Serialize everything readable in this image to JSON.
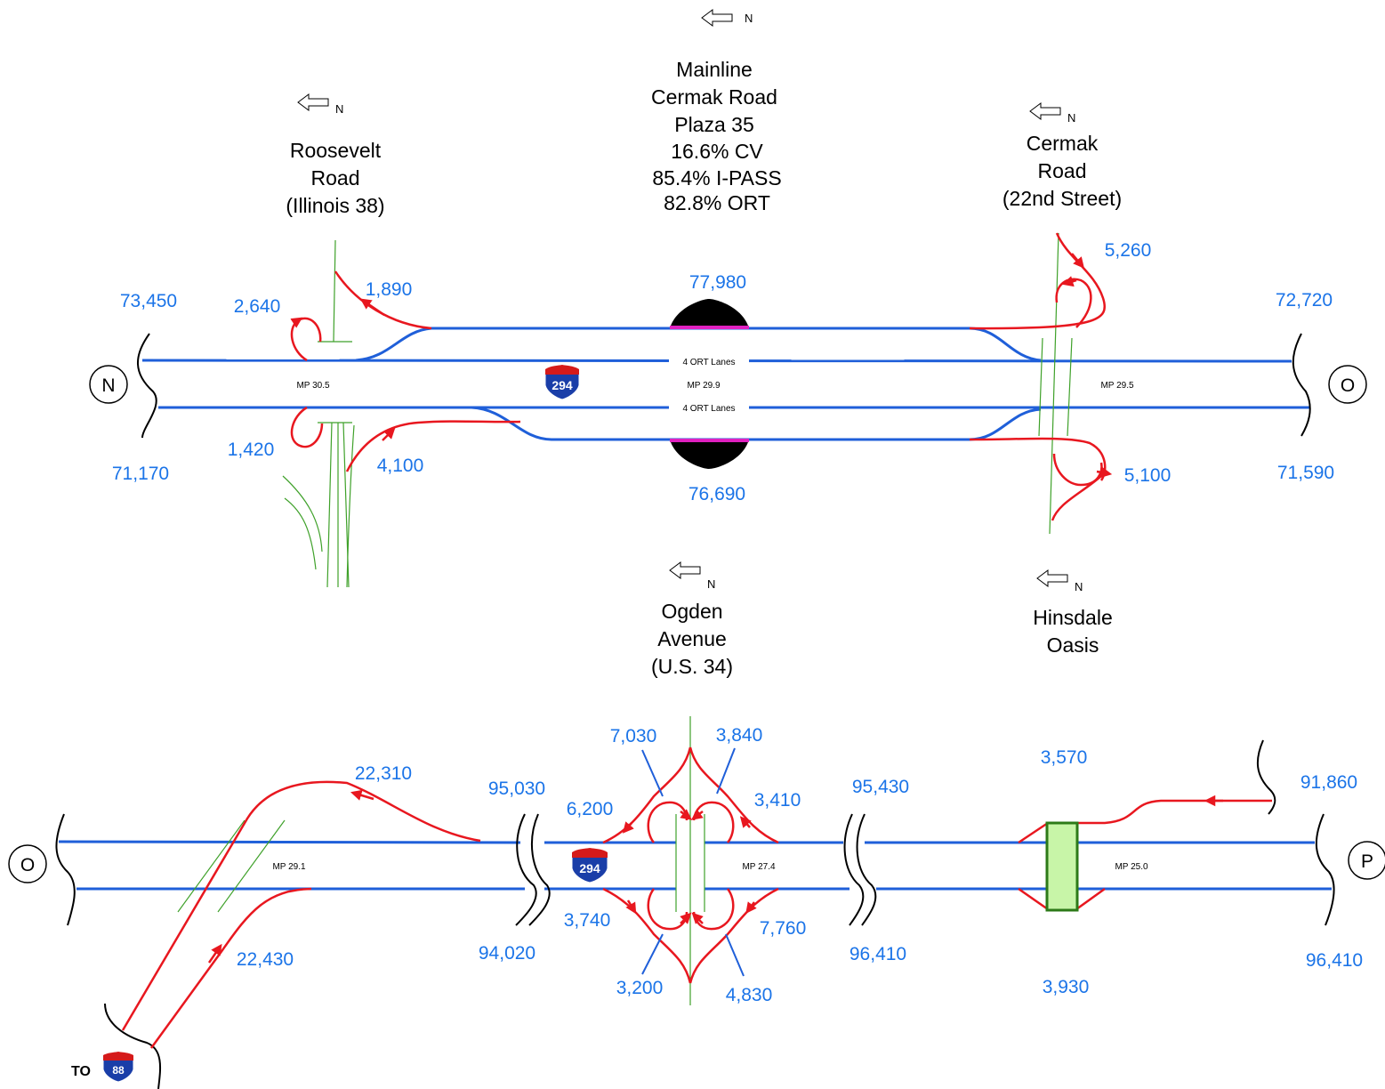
{
  "north_label": "N",
  "circles": {
    "N": "N",
    "O": "O",
    "P": "P"
  },
  "titles": {
    "roosevelt": [
      "Roosevelt",
      "Road",
      "(Illinois 38)"
    ],
    "mainline": [
      "Mainline",
      "Cermak Road",
      "Plaza 35",
      "16.6% CV",
      "85.4% I-PASS",
      "82.8% ORT"
    ],
    "cermak": [
      "Cermak",
      "Road",
      "(22nd Street)"
    ],
    "ogden": [
      "Ogden",
      "Avenue",
      "(U.S. 34)"
    ],
    "hinsdale": [
      "Hinsdale",
      "Oasis"
    ]
  },
  "mileposts": {
    "mp305": "MP 30.5",
    "mp299": "MP 29.9",
    "mp295": "MP 29.5",
    "mp291": "MP 29.1",
    "mp274": "MP 27.4",
    "mp250": "MP 25.0"
  },
  "ort_lanes": "4 ORT Lanes",
  "shields": {
    "i294": "294",
    "i88": "88"
  },
  "to_label": "TO",
  "volumes_top": {
    "v73450": "73,450",
    "v71170": "71,170",
    "v2640": "2,640",
    "v1890": "1,890",
    "v1420": "1,420",
    "v4100": "4,100",
    "v77980": "77,980",
    "v76690": "76,690",
    "v5260": "5,260",
    "v5100": "5,100",
    "v72720": "72,720",
    "v71590": "71,590"
  },
  "volumes_bottom": {
    "v22310": "22,310",
    "v22430": "22,430",
    "v95030": "95,030",
    "v94020": "94,020",
    "v7030": "7,030",
    "v3840": "3,840",
    "v6200": "6,200",
    "v3410": "3,410",
    "v3740": "3,740",
    "v7760": "7,760",
    "v3200": "3,200",
    "v4830": "4,830",
    "v95430": "95,430",
    "v96410a": "96,410",
    "v3570": "3,570",
    "v3930": "3,930",
    "v91860": "91,860",
    "v96410b": "96,410"
  },
  "colors": {
    "road": "#1f5fd9",
    "ramp": "#e8171f",
    "crossroad": "#3fa12a",
    "volume_text": "#1b74e8",
    "plaza_marker": "#e020c0",
    "oasis_fill": "#c8f5a8"
  }
}
